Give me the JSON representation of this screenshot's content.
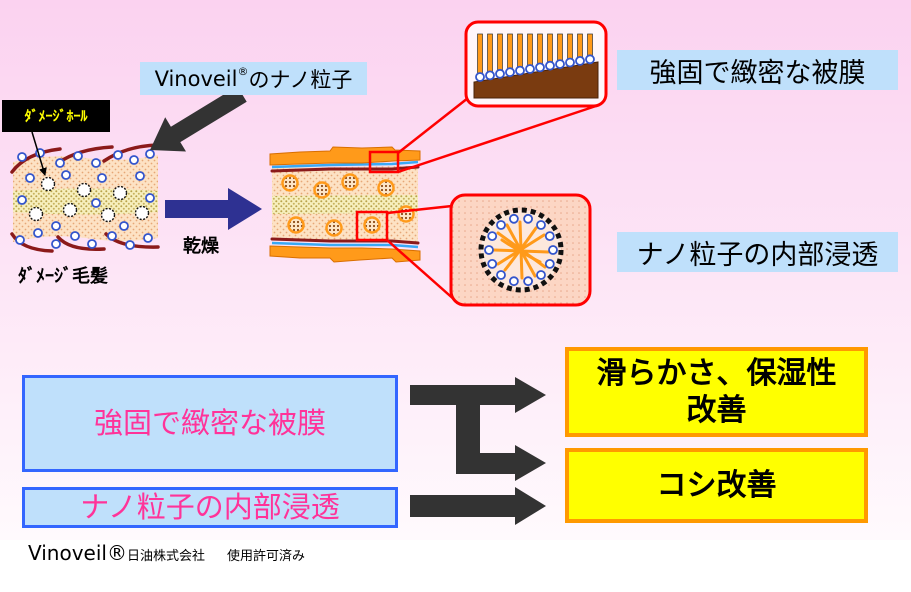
{
  "labels": {
    "damage_hole": "ﾀﾞﾒｰｼﾞﾎｰﾙ",
    "nanoparticle": {
      "brand": "Vinoveil",
      "mark": "®",
      "suffix": "のナノ粒子"
    },
    "damaged_hair": "ﾀﾞﾒｰｼﾞ毛髪",
    "drying": "乾燥",
    "strong_film": "強固で緻密な被膜",
    "internal_penetration": "ナノ粒子の内部浸透"
  },
  "summary": {
    "causes": [
      "強固で緻密な被膜",
      "ナノ粒子の内部浸透"
    ],
    "effects": [
      {
        "line1": "滑らかさ、保湿性",
        "line2": "改善"
      },
      {
        "line1": "コシ改善"
      }
    ]
  },
  "footer": {
    "brand": "Vinoveil",
    "mark": "®",
    "company": "日油株式会社",
    "note": "使用許可済み"
  },
  "colors": {
    "bg_top": "#fbd2f0",
    "label_fill": "#bfe0fb",
    "cause_text": "#ff3399",
    "cause_border": "#3366ff",
    "effect_fill": "#ffff00",
    "effect_border": "#ff9900",
    "arrow_gray": "#333333",
    "arrow_blue": "#2e3192",
    "callout_red": "#ff0000",
    "cuticle_red": "#8b1a1a",
    "particle_blue": "#3355cc",
    "fiber_orange": "#ff9a1a",
    "substrate_brown": "#7a3b10",
    "coating_blue": "#39a9f5",
    "hole_label_bg": "#000000",
    "hole_label_text": "#ffff00"
  }
}
